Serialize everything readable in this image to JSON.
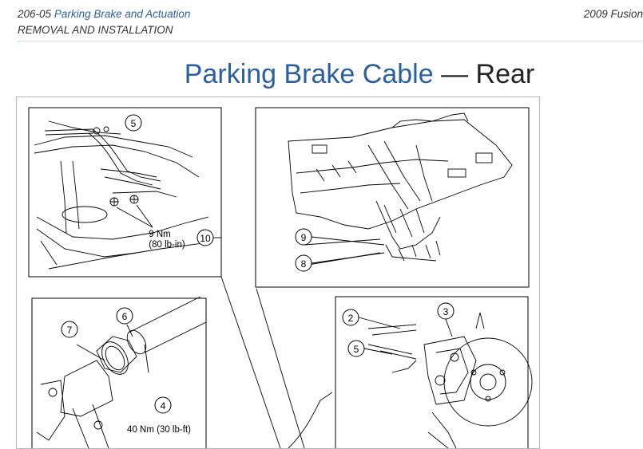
{
  "header": {
    "section_number": "206-05",
    "section_title": "Parking Brake and Actuation",
    "subtitle": "REMOVAL AND INSTALLATION",
    "vehicle": "2009 Fusion"
  },
  "title": {
    "primary": "Parking Brake Cable",
    "separator": "—",
    "secondary": "Rear"
  },
  "illustration": {
    "callouts": {
      "c5_top": "5",
      "c10": "10",
      "c9": "9",
      "c8": "8",
      "c6": "6",
      "c7": "7",
      "c4": "4",
      "c2": "2",
      "c3": "3",
      "c5_right": "5"
    },
    "torque_top": {
      "value": "9 Nm",
      "alt": "(80 lb-in)"
    },
    "torque_bottom": "40 Nm (30 lb-ft)"
  },
  "colors": {
    "link_blue": "#2b5f9e",
    "text_dark": "#222222"
  }
}
